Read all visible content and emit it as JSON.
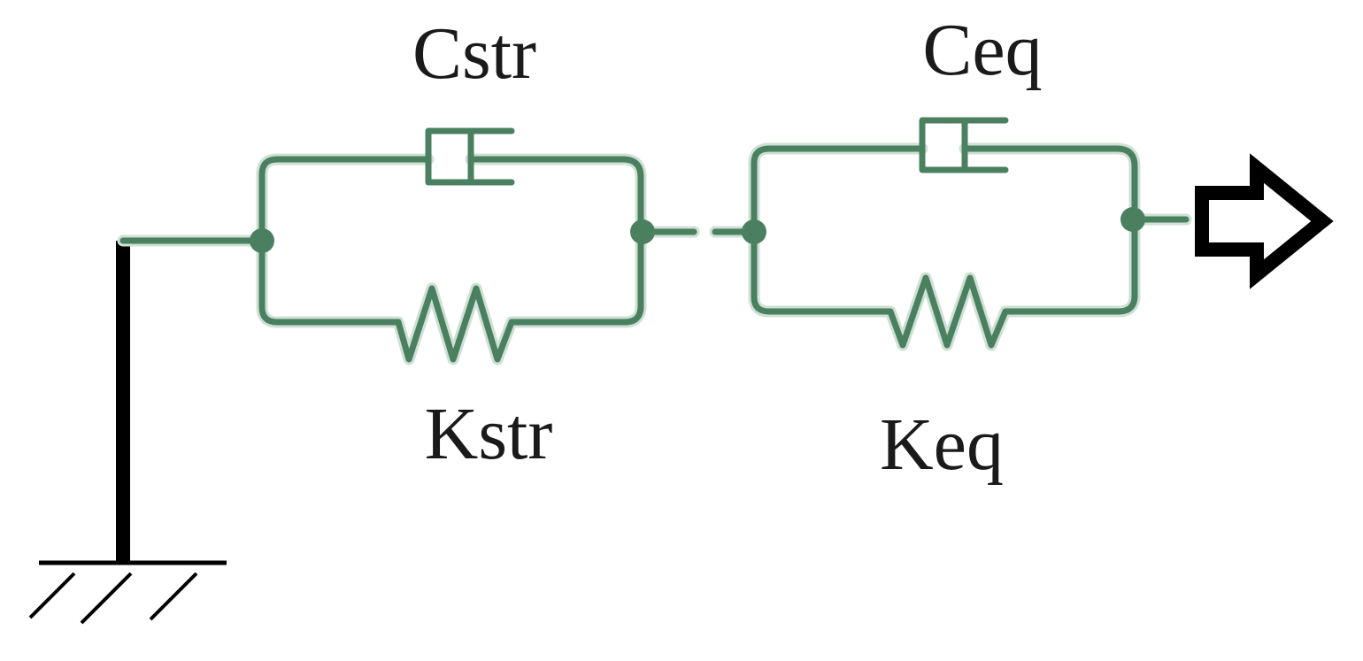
{
  "labels": {
    "c_str": "Cstr",
    "c_eq": "Ceq",
    "k_str": "Kstr",
    "k_eq": "Keq"
  },
  "colors": {
    "wire": "#4a8060",
    "ground": "#000000",
    "arrow": "#000000",
    "text": "#1a1a1a"
  },
  "icons": {
    "ground": "ground-icon",
    "force_arrow": "right-arrow-icon"
  }
}
